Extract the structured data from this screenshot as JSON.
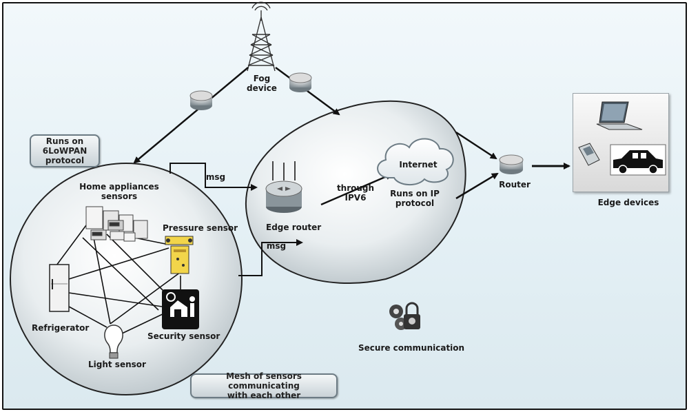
{
  "labels": {
    "fog_device": "Fog\ndevice",
    "runs_on_6lowpan": "Runs on\n6LoWPAN\nprotocol",
    "msg_top": "msg",
    "msg_bottom": "msg",
    "home_appliances": "Home appliances\nsensors",
    "pressure_sensor": "Pressure sensor",
    "refrigerator": "Refrigerator",
    "security_sensor": "Security sensor",
    "light_sensor": "Light sensor",
    "edge_router": "Edge router",
    "through_ipv6": "through\nIPV6",
    "internet": "Internet",
    "runs_on_ip": "Runs on IP\nprotocol",
    "router": "Router",
    "edge_devices": "Edge devices",
    "secure_communication": "Secure communication",
    "mesh_caption": "Mesh of sensors communicating\nwith each other"
  },
  "icons": [
    "tower-icon",
    "router-disc-icon",
    "edge-router-icon",
    "cloud-icon",
    "laptop-icon",
    "phone-icon",
    "car-icon",
    "refrigerator-icon",
    "light-bulb-icon",
    "pressure-sensor-icon",
    "security-house-icon",
    "appliances-icon",
    "gears-lock-icon"
  ],
  "colors": {
    "background": "#e4f0f5",
    "border": "#111111",
    "bubble_stroke": "#222222",
    "sensor_yellow": "#f2d54a"
  }
}
